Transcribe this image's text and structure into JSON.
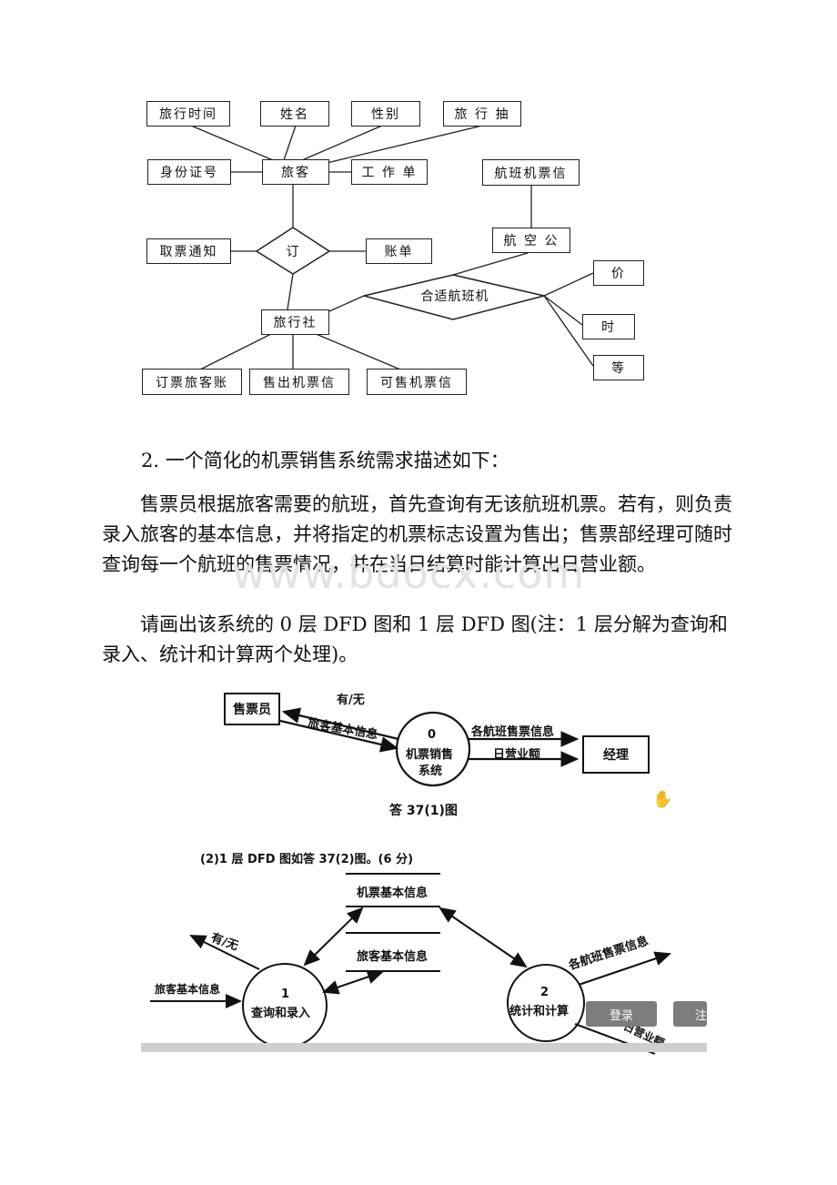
{
  "er": {
    "entities": {
      "travel_time": "旅行时间",
      "name": "姓名",
      "gender": "性别",
      "travel_extract": "旅 行 抽",
      "id_number": "身份证号",
      "passenger": "旅客",
      "work_unit": "工 作 单",
      "flight_ticket_info": "航班机票信",
      "airline": "航 空 公",
      "pickup_notice": "取票通知",
      "order": "订",
      "bill": "账单",
      "price": "价",
      "time": "时",
      "class": "等",
      "suitable_flight": "合适航班机",
      "travel_agency": "旅行社",
      "booking_account": "订票旅客账",
      "sold_ticket_info": "售出机票信",
      "available_ticket_info": "可售机票信"
    }
  },
  "text": {
    "q2_title": "2. 一个简化的机票销售系统需求描述如下：",
    "q2_para1": "售票员根据旅客需要的航班，首先查询有无该航班机票。若有，则负责录入旅客的基本信息，并将指定的机票标志设置为售出；售票部经理可随时查询每一个航班的售票情况，并在当日结算时能计算出日营业额。",
    "q2_para2": "请画出该系统的 0 层 DFD 图和 1 层 DFD 图(注：1 层分解为查询和录入、统计和计算两个处理)。",
    "watermark": "www.bdocx.com"
  },
  "dfd0": {
    "seller": "售票员",
    "yes_no": "有/无",
    "passenger_info": "旅客基本信息",
    "process_num": "0",
    "process_line1": "机票销售",
    "process_line2": "系统",
    "flight_sales_info": "各航班售票信息",
    "daily_revenue": "日营业额",
    "manager": "经理",
    "caption": "答 37(1)图"
  },
  "dfd1": {
    "heading": "(2)1 层 DFD 图如答 37(2)图。(6 分)",
    "store_ticket": "机票基本信息",
    "store_passenger": "旅客基本信息",
    "yes_no": "有/无",
    "passenger_info": "旅客基本信息",
    "p1_num": "1",
    "p1_label": "查询和录入",
    "p2_num": "2",
    "p2_label": "统计和计算",
    "flight_sales_info": "各航班售票信息",
    "daily_revenue_partial": "日营业额"
  },
  "buttons": {
    "login": "登录",
    "register": "注"
  }
}
